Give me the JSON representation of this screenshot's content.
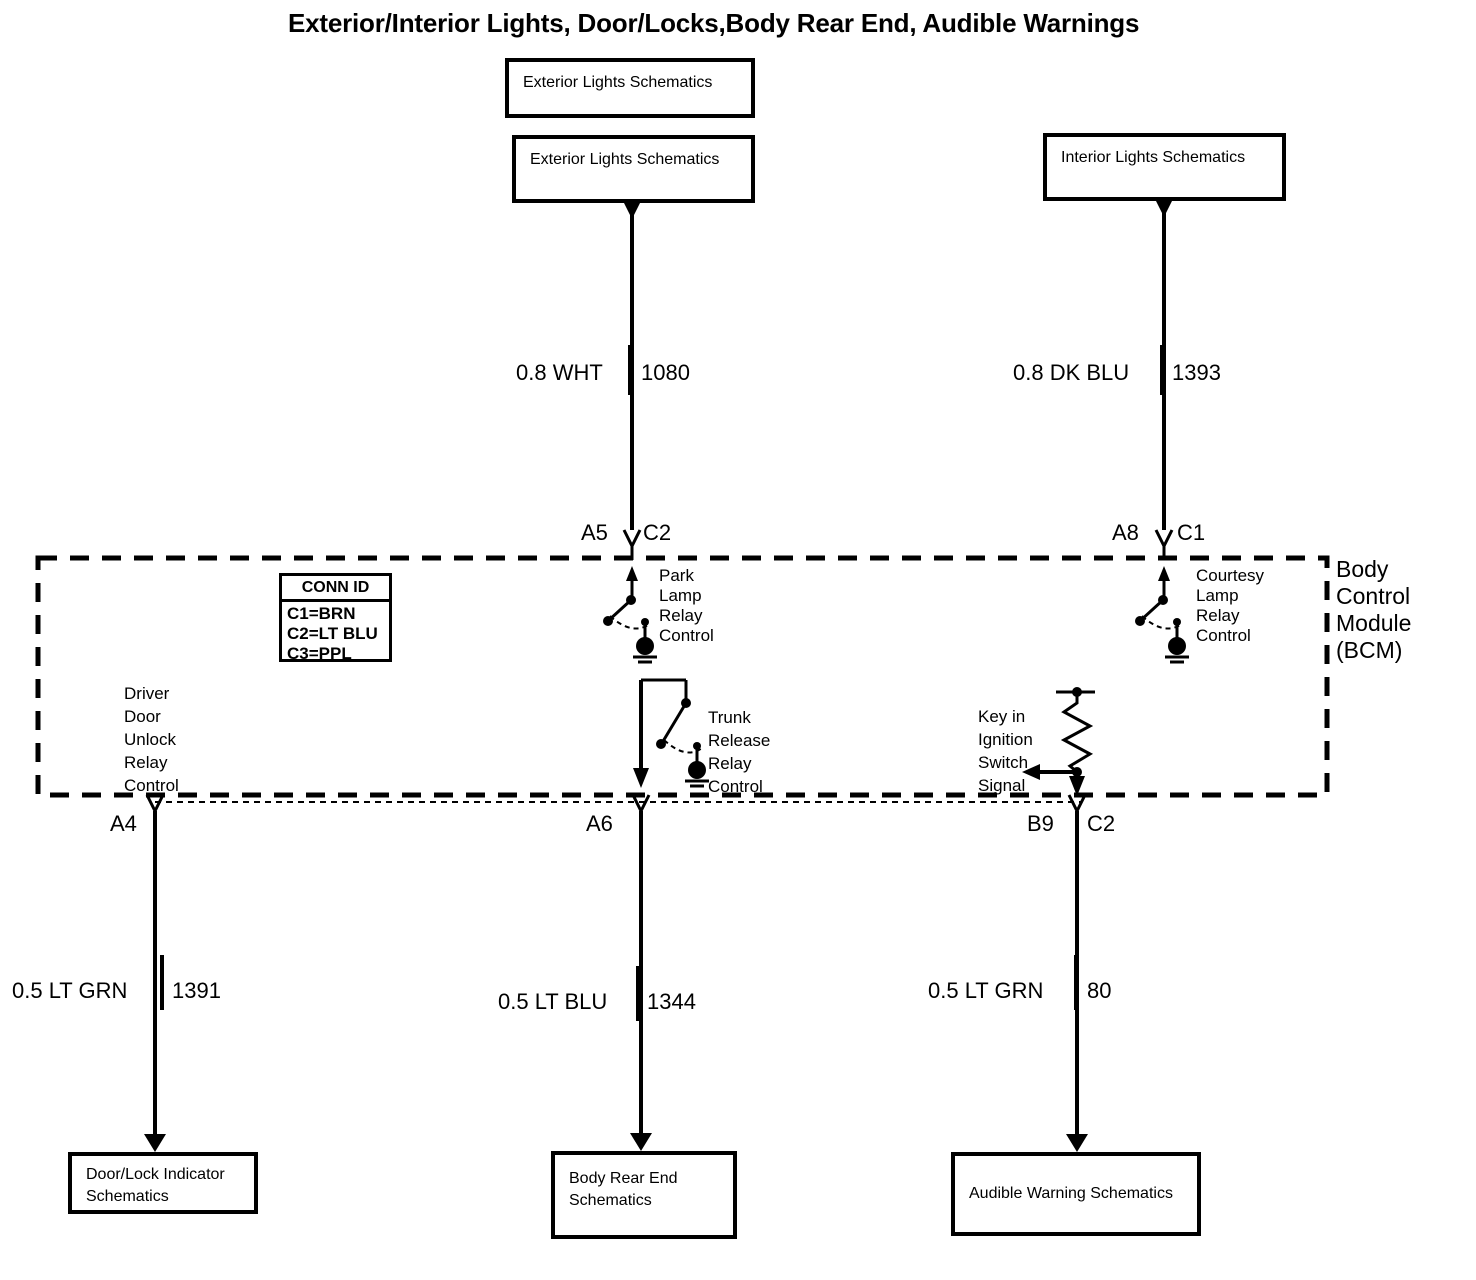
{
  "title": "Exterior/Interior Lights, Door/Locks,Body Rear End, Audible Warnings",
  "module": {
    "name_lines": [
      "Body",
      "Control",
      "Module",
      "(BCM)"
    ],
    "conn_id": {
      "header": "CONN ID",
      "rows": [
        "C1=BRN",
        "C2=LT BLU",
        "C3=PPL"
      ]
    }
  },
  "top_boxes": [
    {
      "id": "exterior-lights-schematics-1",
      "label": "Exterior Lights Schematics"
    },
    {
      "id": "exterior-lights-schematics-2",
      "label": "Exterior Lights Schematics"
    },
    {
      "id": "interior-lights-schematics",
      "label": "Interior Lights Schematics"
    }
  ],
  "bottom_boxes": [
    {
      "id": "door-lock-indicator-schematics",
      "label_lines": [
        "Door/Lock Indicator",
        "Schematics"
      ]
    },
    {
      "id": "body-rear-end-schematics",
      "label_lines": [
        "Body Rear End",
        "Schematics"
      ]
    },
    {
      "id": "audible-warning-schematics",
      "label_lines": [
        "Audible Warning Schematics"
      ]
    }
  ],
  "wires": [
    {
      "id": "wire-1080",
      "gauge_color": "0.8 WHT",
      "circuit": "1080"
    },
    {
      "id": "wire-1393",
      "gauge_color": "0.8 DK BLU",
      "circuit": "1393"
    },
    {
      "id": "wire-1391",
      "gauge_color": "0.5 LT GRN",
      "circuit": "1391"
    },
    {
      "id": "wire-1344",
      "gauge_color": "0.5 LT BLU",
      "circuit": "1344"
    },
    {
      "id": "wire-80",
      "gauge_color": "0.5 LT GRN",
      "circuit": "80"
    }
  ],
  "pins": [
    {
      "id": "pin-a5",
      "terminal": "A5",
      "connector": "C2"
    },
    {
      "id": "pin-a8",
      "terminal": "A8",
      "connector": "C1"
    },
    {
      "id": "pin-a4",
      "terminal": "A4",
      "connector": ""
    },
    {
      "id": "pin-a6",
      "terminal": "A6",
      "connector": ""
    },
    {
      "id": "pin-b9",
      "terminal": "B9",
      "connector": "C2"
    }
  ],
  "signals": [
    {
      "id": "park-lamp-relay-control",
      "lines": [
        "Park",
        "Lamp",
        "Relay",
        "Control"
      ]
    },
    {
      "id": "courtesy-lamp-relay-control",
      "lines": [
        "Courtesy",
        "Lamp",
        "Relay",
        "Control"
      ]
    },
    {
      "id": "driver-door-unlock-relay-control",
      "lines": [
        "Driver",
        "Door",
        "Unlock",
        "Relay",
        "Control"
      ]
    },
    {
      "id": "trunk-release-relay-control",
      "lines": [
        "Trunk",
        "Release",
        "Relay",
        "Control"
      ]
    },
    {
      "id": "key-in-ignition-switch-signal",
      "lines": [
        "Key in",
        "Ignition",
        "Switch",
        "Signal"
      ]
    }
  ],
  "colors": {
    "ink": "#000000",
    "paper": "#ffffff"
  }
}
